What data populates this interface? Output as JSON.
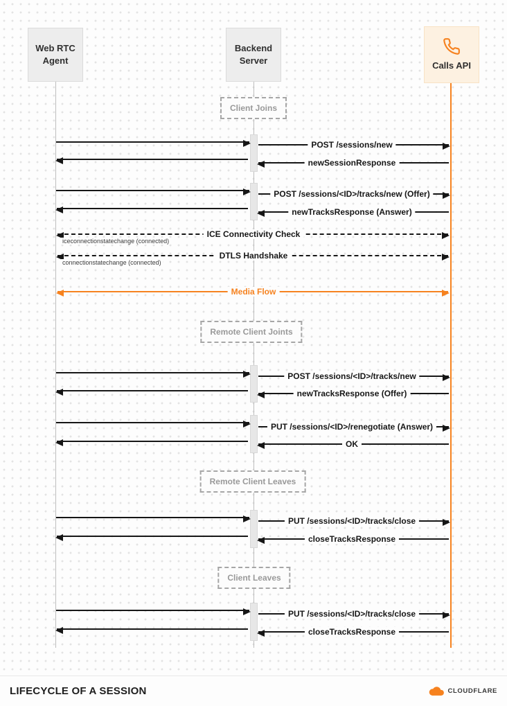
{
  "diagram": {
    "actors": {
      "webrtc": {
        "line1": "Web RTC",
        "line2": "Agent"
      },
      "backend": {
        "line1": "Backend",
        "line2": "Server"
      },
      "calls": {
        "label": "Calls API",
        "icon": "phone-icon",
        "accent": "#f6821f"
      }
    },
    "phases": [
      {
        "label": "Client Joins"
      },
      {
        "label": "Remote Client Joints"
      },
      {
        "label": "Remote Client Leaves"
      },
      {
        "label": "Client Leaves"
      }
    ],
    "messages": [
      {
        "from": "Backend Server",
        "to": "Calls API",
        "label": "POST /sessions/new",
        "style": "solid"
      },
      {
        "from": "Calls API",
        "to": "Backend Server",
        "label": "newSessionResponse",
        "style": "solid"
      },
      {
        "from": "Backend Server",
        "to": "Calls API",
        "label": "POST /sessions/<ID>/tracks/new (Offer)",
        "style": "solid"
      },
      {
        "from": "Calls API",
        "to": "Backend Server",
        "label": "newTracksResponse (Answer)",
        "style": "solid"
      },
      {
        "from": "Web RTC Agent",
        "to": "Calls API",
        "label": "ICE Connectivity Check",
        "style": "dashed-bidirectional",
        "note": "iceconnectionstatechange (connected)"
      },
      {
        "from": "Web RTC Agent",
        "to": "Calls API",
        "label": "DTLS Handshake",
        "style": "dashed-bidirectional",
        "note": "connectionstatechange (connected)"
      },
      {
        "from": "Web RTC Agent",
        "to": "Calls API",
        "label": "Media Flow",
        "style": "solid-bidirectional",
        "color": "#f6821f"
      },
      {
        "from": "Backend Server",
        "to": "Calls API",
        "label": "POST /sessions/<ID>/tracks/new",
        "style": "solid"
      },
      {
        "from": "Calls API",
        "to": "Backend Server",
        "label": "newTracksResponse (Offer)",
        "style": "solid"
      },
      {
        "from": "Backend Server",
        "to": "Calls API",
        "label": "PUT /sessions/<ID>/renegotiate (Answer)",
        "style": "solid"
      },
      {
        "from": "Calls API",
        "to": "Backend Server",
        "label": "OK",
        "style": "solid"
      },
      {
        "from": "Backend Server",
        "to": "Calls API",
        "label": "PUT /sessions/<ID>/tracks/close",
        "style": "solid"
      },
      {
        "from": "Calls API",
        "to": "Backend Server",
        "label": "closeTracksResponse",
        "style": "solid"
      },
      {
        "from": "Backend Server",
        "to": "Calls API",
        "label": "PUT /sessions/<ID>/tracks/close",
        "style": "solid"
      },
      {
        "from": "Calls API",
        "to": "Backend Server",
        "label": "closeTracksResponse",
        "style": "solid"
      }
    ]
  },
  "footer": {
    "title": "LIFECYCLE OF A SESSION",
    "brand": "CLOUDFLARE"
  },
  "colors": {
    "accent": "#f6821f",
    "arrow": "#161616",
    "lifeline": "#bdbdbd"
  }
}
